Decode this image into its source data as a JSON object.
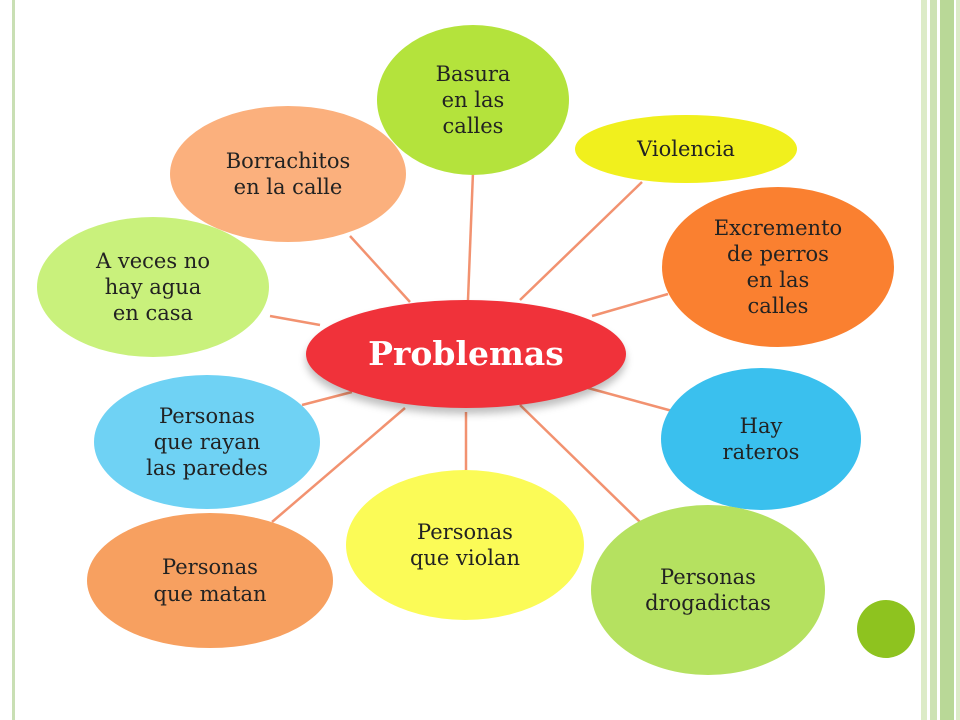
{
  "center": {
    "label": "Problemas",
    "color": "#f0323a"
  },
  "nodes": {
    "basura": {
      "label": "Basura\nen las\ncalles",
      "color": "#b4e33c"
    },
    "violencia": {
      "label": "Violencia",
      "color": "#f1f01d"
    },
    "excremento": {
      "label": "Excremento\nde perros\nen las\ncalles",
      "color": "#fa8030"
    },
    "rateros": {
      "label": "Hay\nrateros",
      "color": "#3ac0ee"
    },
    "drogadictas": {
      "label": "Personas\ndrogadictas",
      "color": "#b5e160"
    },
    "violan": {
      "label": "Personas\nque violan",
      "color": "#fbfb57"
    },
    "matan": {
      "label": "Personas\nque matan",
      "color": "#f7a060"
    },
    "rayan": {
      "label": "Personas\nque rayan\nlas paredes",
      "color": "#6fd2f4"
    },
    "agua": {
      "label": "A veces no\nhay agua\nen casa",
      "color": "#c9f17c"
    },
    "borrachitos": {
      "label": "Borrachitos\nen la calle",
      "color": "#fbb07d"
    }
  },
  "connector_color": "#f29270",
  "accent_dot_color": "#8ec31f"
}
